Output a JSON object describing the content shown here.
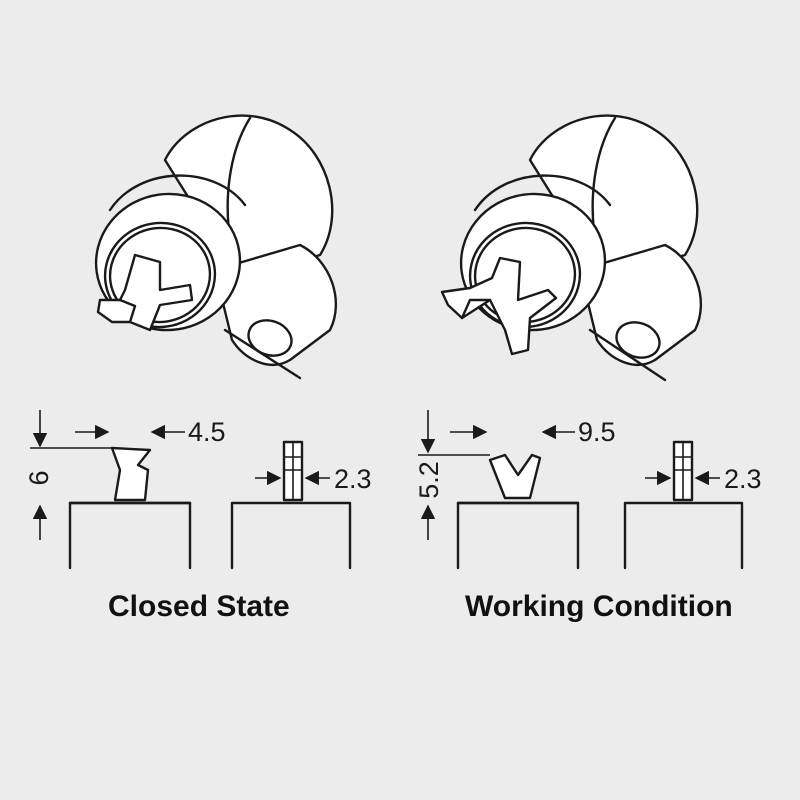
{
  "colors": {
    "background": "#ececec",
    "line": "#1a1a1a",
    "fill": "#ffffff"
  },
  "closed": {
    "caption": "Closed State",
    "width_label": "4.5",
    "height_label": "6",
    "side_label": "2.3"
  },
  "working": {
    "caption": "Working Condition",
    "width_label": "9.5",
    "height_label": "5.2",
    "side_label": "2.3"
  }
}
